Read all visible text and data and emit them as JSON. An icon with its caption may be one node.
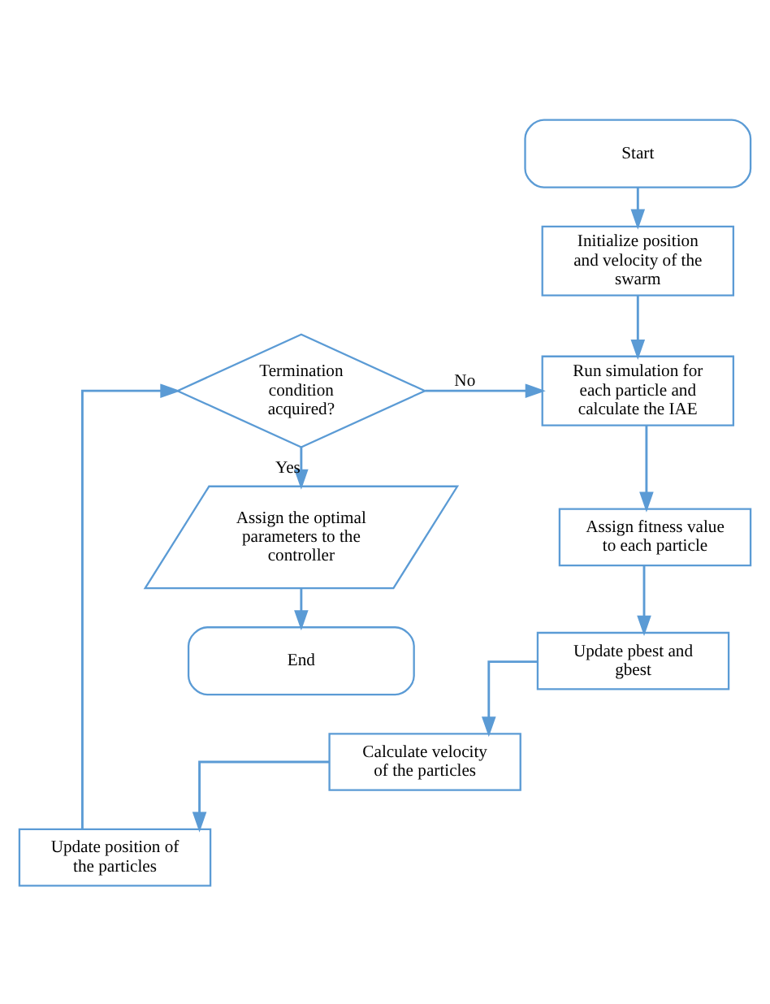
{
  "diagram": {
    "nodes": [
      {
        "text": [
          "Start"
        ]
      },
      {
        "text": [
          "Initialize position and velocity of the swarm"
        ]
      },
      {
        "text": [
          "Run simulation for each particle and calculate the IAE"
        ]
      },
      {
        "text": [
          "Assign fitness value to each particle"
        ]
      },
      {
        "text": [
          "Update pbest and gbest"
        ]
      },
      {
        "text": [
          "Calculate velocity of the particles"
        ]
      },
      {
        "text": [
          "Update position of the particles"
        ]
      },
      {
        "text": [
          "Termination condition acquired?"
        ]
      },
      {
        "text": [
          "Assign the optimal parameters to the controller"
        ]
      },
      {
        "text": [
          "End"
        ]
      }
    ],
    "edges": [
      {
        "from": 0,
        "to": 1,
        "arrow": "to"
      },
      {
        "from": 1,
        "to": 2,
        "arrow": "to"
      },
      {
        "from": 2,
        "to": 3,
        "arrow": "to"
      },
      {
        "from": 3,
        "to": 4,
        "arrow": "to"
      },
      {
        "from": 4,
        "to": 5,
        "arrow": "to"
      },
      {
        "from": 5,
        "to": 6,
        "arrow": "to"
      },
      {
        "from": 6,
        "to": 7,
        "arrow": "to"
      },
      {
        "from": 7,
        "to": 2,
        "arrow": "to",
        "label": "No"
      },
      {
        "from": 7,
        "to": 8,
        "arrow": "to",
        "label": "Yes"
      },
      {
        "from": 8,
        "to": 9,
        "arrow": "to"
      }
    ]
  }
}
